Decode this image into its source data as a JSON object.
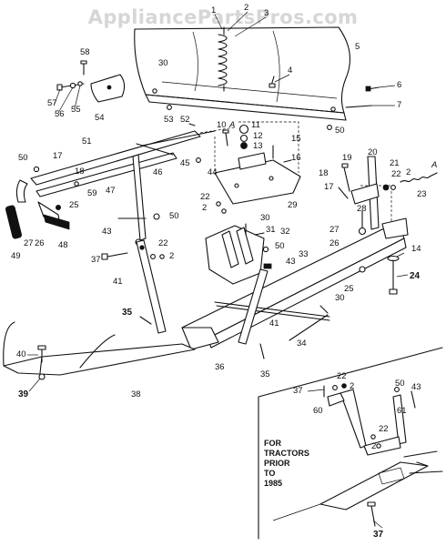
{
  "watermark": "AppliancePartsPros.com",
  "inset_note": [
    "FOR",
    "TRACTORS",
    "PRIOR",
    "TO",
    "1985"
  ],
  "labels": {
    "p1": "1",
    "p2a": "2",
    "p3": "3",
    "p4": "4",
    "p5": "5",
    "p6": "6",
    "p7": "7",
    "p30a": "30",
    "p58": "58",
    "p57": "57",
    "p56": "56",
    "p55": "55",
    "p54": "54",
    "p53": "53",
    "p50a": "50",
    "p52": "52",
    "p10": "10",
    "pA1": "A",
    "p11": "11",
    "p12": "12",
    "p13": "13",
    "p15": "15",
    "p16": "16",
    "p45": "45",
    "p44": "44",
    "p51": "51",
    "p50b": "50",
    "p17a": "17",
    "p18a": "18",
    "p46": "46",
    "p59": "59",
    "p47": "47",
    "p25a": "25",
    "p26a": "26",
    "p27a": "27",
    "p49": "49",
    "p48": "48",
    "p19": "19",
    "p20": "20",
    "p18b": "18",
    "p21": "21",
    "p22a": "22",
    "p2b": "2",
    "pA2": "A",
    "p23": "23",
    "p17b": "17",
    "p22b": "22",
    "p2c": "2",
    "p29": "29",
    "p28": "28",
    "p27b": "27",
    "p26b": "26",
    "p50c": "50",
    "p43a": "43",
    "p30b": "30",
    "p31": "31",
    "p32": "32",
    "p50d": "50",
    "p33": "33",
    "p14": "14",
    "p24": "24",
    "p43b": "43",
    "p37a": "37",
    "p22c": "22",
    "p2d": "2",
    "p41a": "41",
    "p25b": "25",
    "p30c": "30",
    "p35a": "35",
    "p41b": "41",
    "p34": "34",
    "p36": "36",
    "p35b": "35",
    "p40": "40",
    "p39": "39",
    "p38": "38",
    "p37b": "37",
    "p22d": "22",
    "p2e": "2",
    "p50e": "50",
    "p43c": "43",
    "p60": "60",
    "p61": "61",
    "p22e": "22",
    "p2f": "2",
    "p37c": "37"
  }
}
